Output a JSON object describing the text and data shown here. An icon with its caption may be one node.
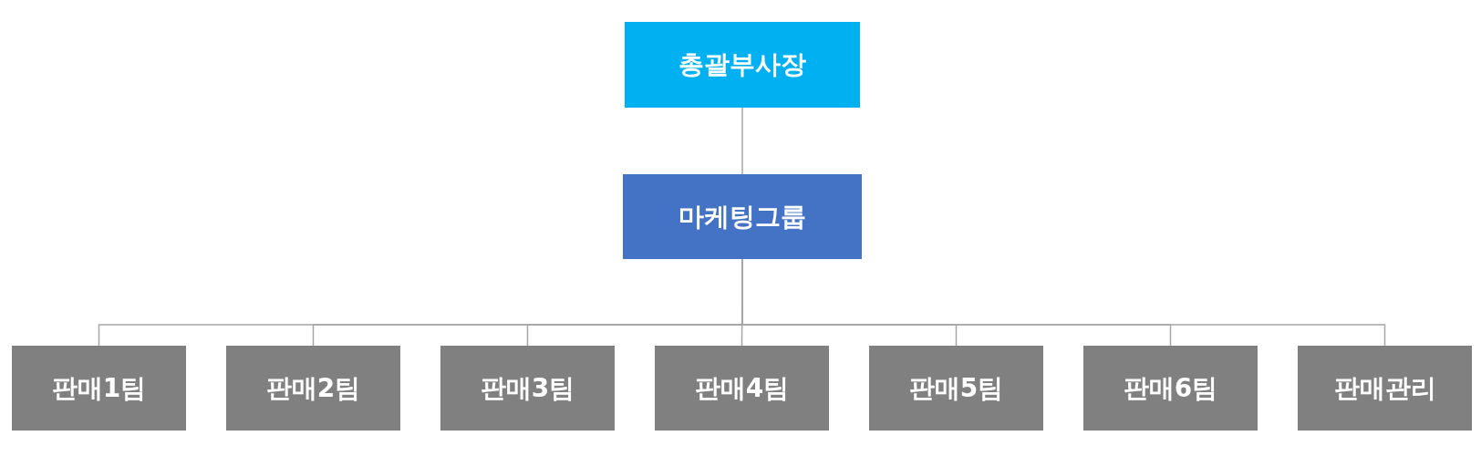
{
  "diagram": {
    "nodes": [
      {
        "text": [
          "총괄부사장"
        ]
      },
      {
        "text": [
          "마케팅그룹"
        ]
      },
      {
        "text": [
          "판매1팀"
        ]
      },
      {
        "text": [
          "판매2팀"
        ]
      },
      {
        "text": [
          "판매3팀"
        ]
      },
      {
        "text": [
          "판매4팀"
        ]
      },
      {
        "text": [
          "판매5팀"
        ]
      },
      {
        "text": [
          "판매6팀"
        ]
      },
      {
        "text": [
          "판매관리"
        ]
      }
    ],
    "edges": [
      {
        "from": 0,
        "to": 1,
        "arrow": "none"
      },
      {
        "from": 1,
        "to": 2,
        "arrow": "none"
      },
      {
        "from": 1,
        "to": 3,
        "arrow": "none"
      },
      {
        "from": 1,
        "to": 4,
        "arrow": "none"
      },
      {
        "from": 1,
        "to": 5,
        "arrow": "none"
      },
      {
        "from": 1,
        "to": 6,
        "arrow": "none"
      },
      {
        "from": 1,
        "to": 7,
        "arrow": "none"
      },
      {
        "from": 1,
        "to": 8,
        "arrow": "none"
      }
    ]
  }
}
